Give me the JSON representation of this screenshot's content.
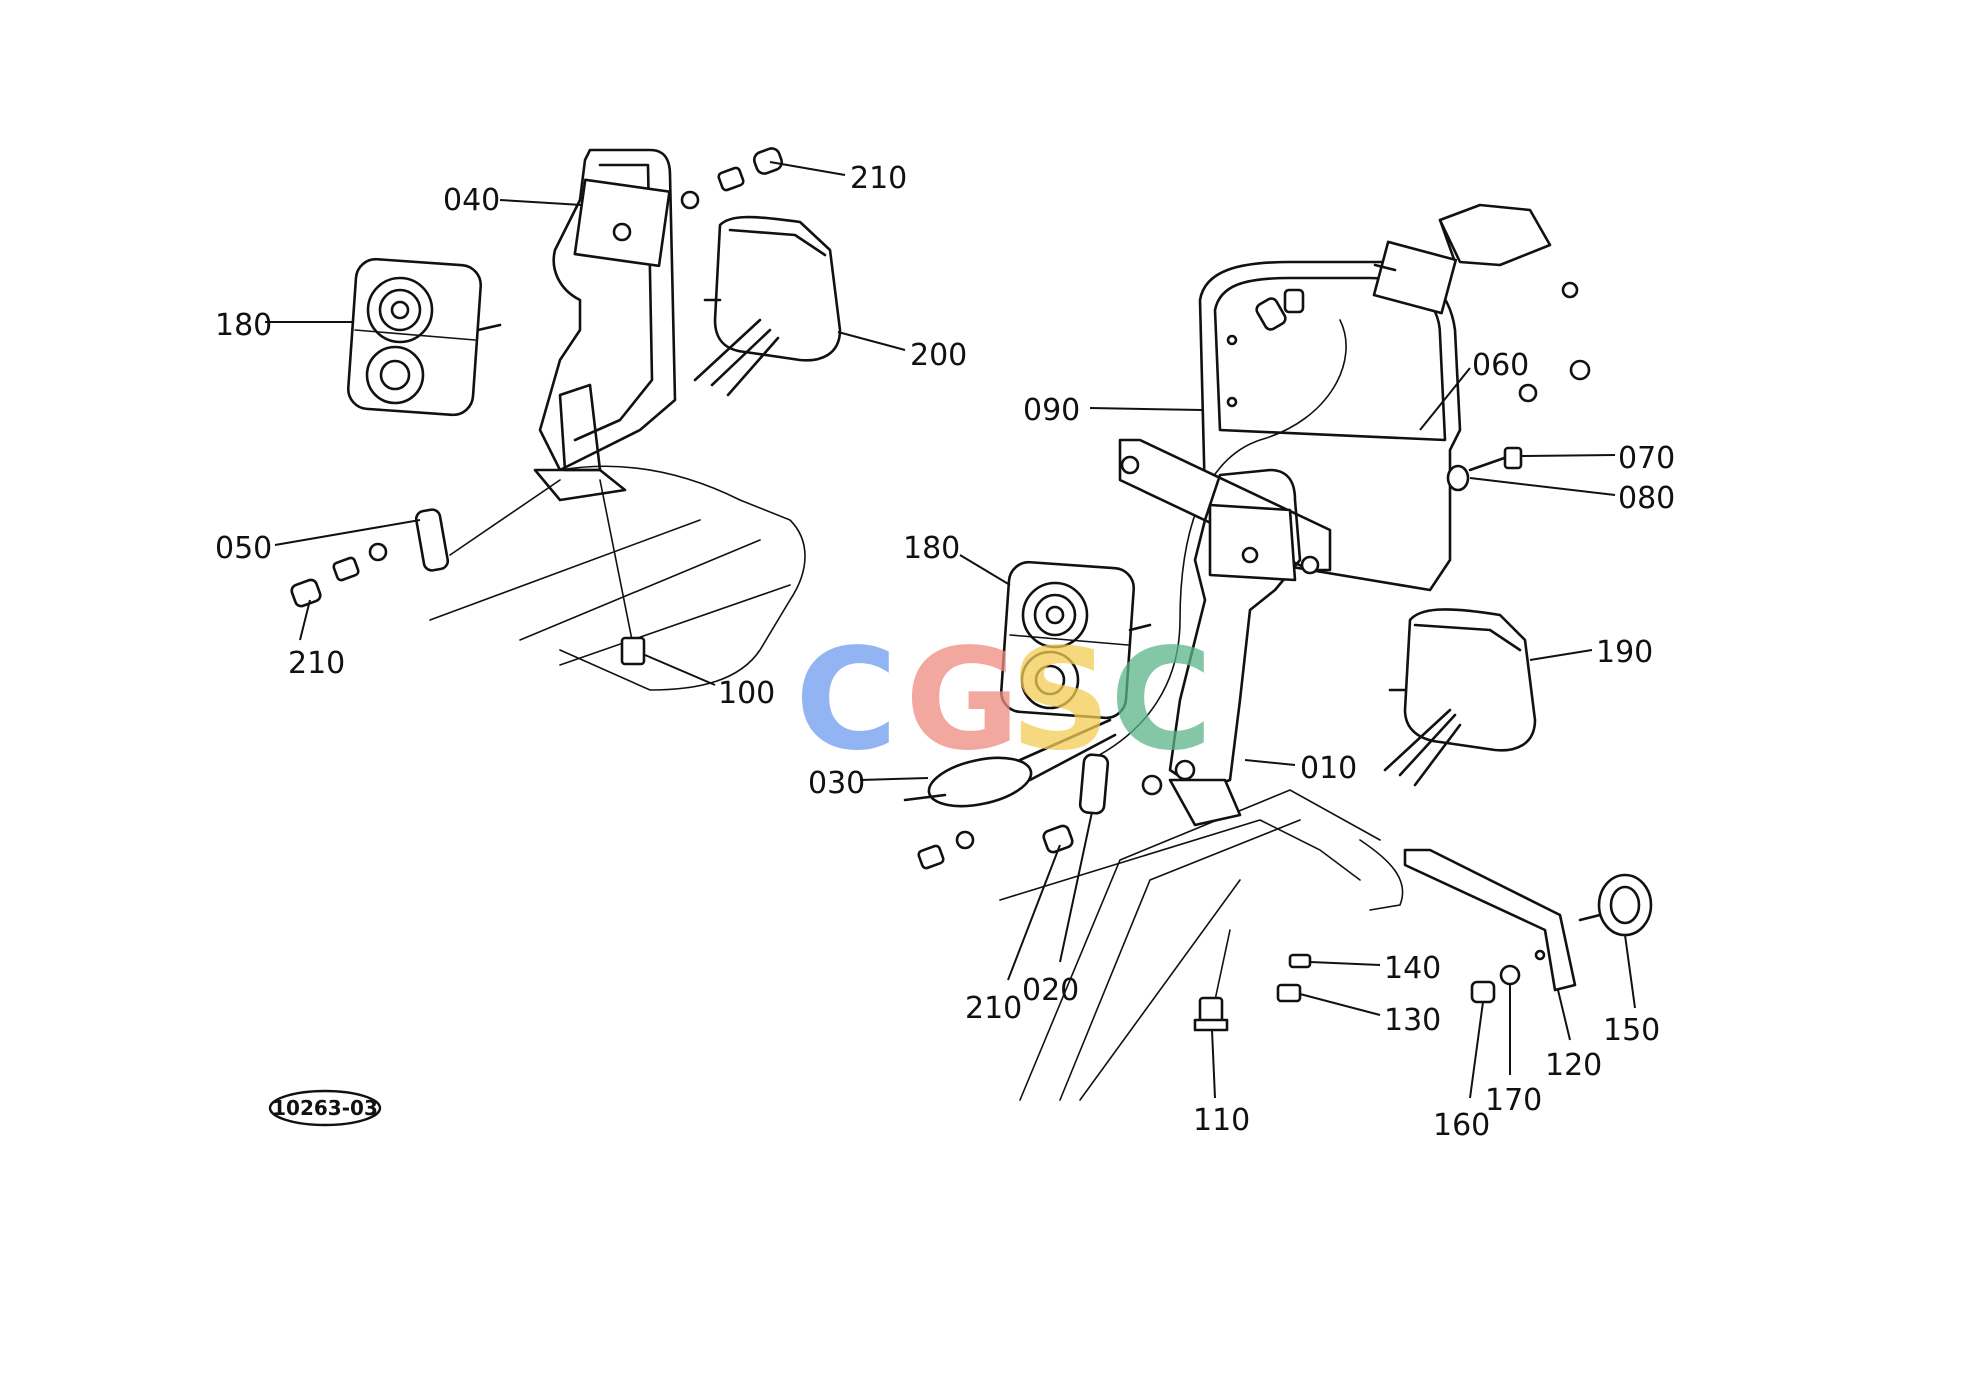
{
  "diagram": {
    "reference_code": "10263-03",
    "watermark": {
      "letters": [
        "C",
        "G",
        "S",
        "C"
      ],
      "colors": [
        "#6f9cf0",
        "#ee8c80",
        "#f3cb55",
        "#5cb58a"
      ]
    },
    "callouts": [
      {
        "id": "c040a",
        "text": "040"
      },
      {
        "id": "c210a",
        "text": "210"
      },
      {
        "id": "c180a",
        "text": "180"
      },
      {
        "id": "c200",
        "text": "200"
      },
      {
        "id": "c050",
        "text": "050"
      },
      {
        "id": "c210b",
        "text": "210"
      },
      {
        "id": "c100",
        "text": "100"
      },
      {
        "id": "c060",
        "text": "060"
      },
      {
        "id": "c090",
        "text": "090"
      },
      {
        "id": "c070",
        "text": "070"
      },
      {
        "id": "c080",
        "text": "080"
      },
      {
        "id": "c180b",
        "text": "180"
      },
      {
        "id": "c190",
        "text": "190"
      },
      {
        "id": "c030",
        "text": "030"
      },
      {
        "id": "c010",
        "text": "010"
      },
      {
        "id": "c140",
        "text": "140"
      },
      {
        "id": "c130",
        "text": "130"
      },
      {
        "id": "c210c",
        "text": "210"
      },
      {
        "id": "c020",
        "text": "020"
      },
      {
        "id": "c150",
        "text": "150"
      },
      {
        "id": "c120",
        "text": "120"
      },
      {
        "id": "c170",
        "text": "170"
      },
      {
        "id": "c160",
        "text": "160"
      },
      {
        "id": "c110",
        "text": "110"
      }
    ]
  }
}
